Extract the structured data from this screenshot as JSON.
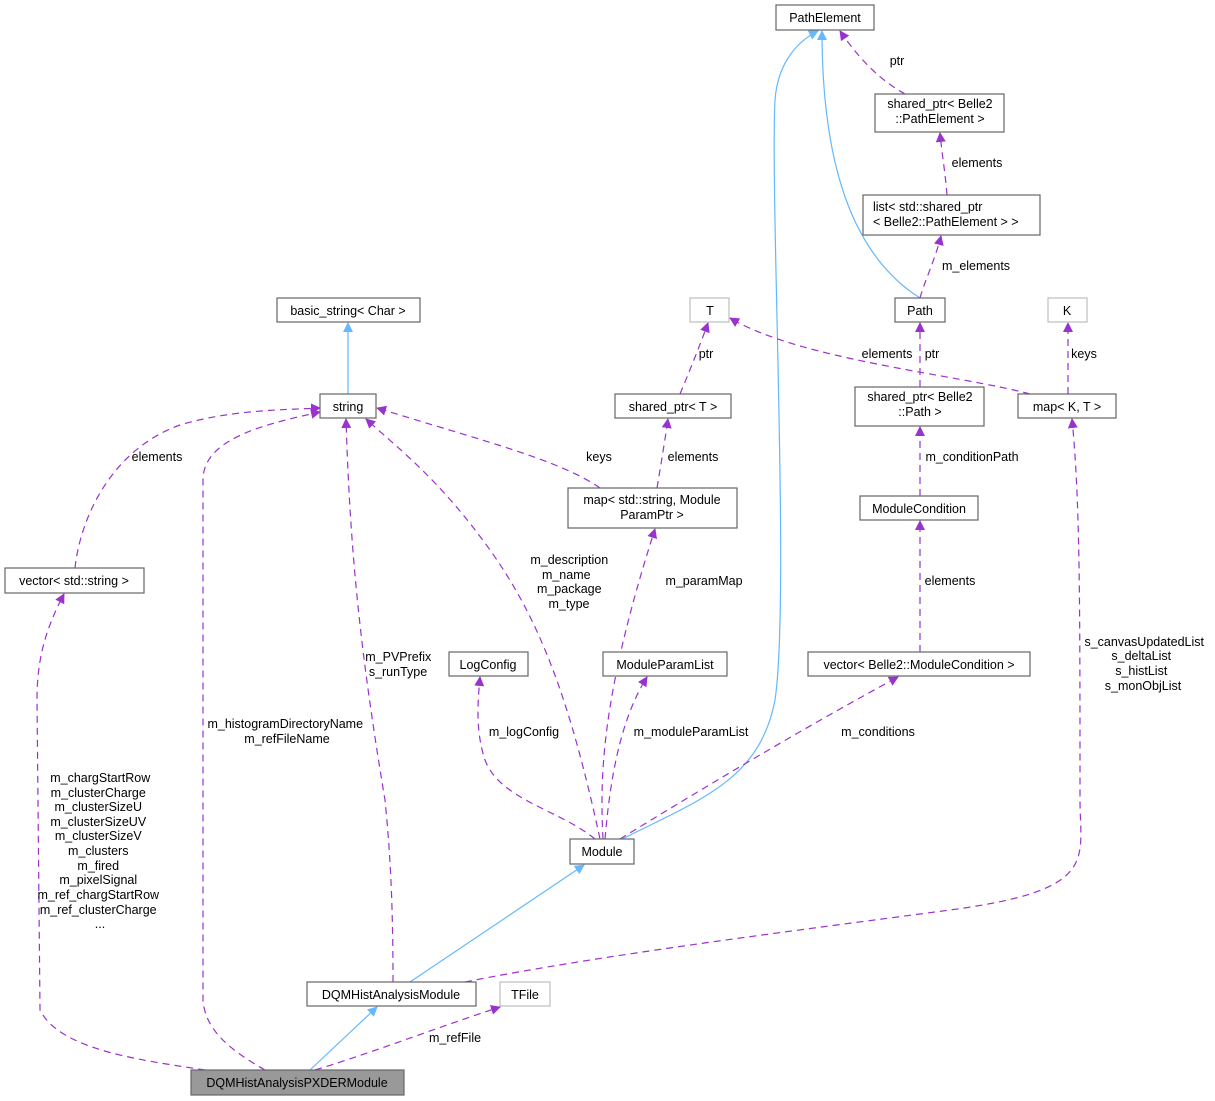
{
  "nodes": {
    "path_element": "PathElement",
    "shared_ptr_path_element": [
      "shared_ptr< Belle2",
      "::PathElement >"
    ],
    "list_shared_ptr": [
      "list< std::shared_ptr",
      "< Belle2::PathElement > >"
    ],
    "path": "Path",
    "k": "K",
    "t": "T",
    "basic_string": "basic_string< Char >",
    "string": "string",
    "shared_ptr_t": "shared_ptr< T >",
    "shared_ptr_path": [
      "shared_ptr< Belle2",
      "::Path >"
    ],
    "map_k_t": "map< K, T >",
    "module_condition": "ModuleCondition",
    "map_string_param": [
      "map< std::string, Module",
      "ParamPtr >"
    ],
    "vector_string": "vector< std::string >",
    "log_config": "LogConfig",
    "module_param_list": "ModuleParamList",
    "vector_module_condition": "vector< Belle2::ModuleCondition >",
    "module": "Module",
    "dqm_hist_analysis_module": "DQMHistAnalysisModule",
    "tfile": "TFile",
    "dqm_pxder_module": "DQMHistAnalysisPXDERModule"
  },
  "edge_labels": {
    "ptr_pathelement": "ptr",
    "elements_list": "elements",
    "m_elements": "m_elements",
    "elements_t": "elements",
    "ptr_path": "ptr",
    "keys_k": "keys",
    "ptr_t": "ptr",
    "elements_vector_string": "elements",
    "keys_map": "keys",
    "elements_map": "elements",
    "m_conditionPath": "m_conditionPath",
    "module_strings": [
      "m_description",
      "m_name",
      "m_package",
      "m_type"
    ],
    "m_paramMap": "m_paramMap",
    "elements_condition": "elements",
    "canvas_lists": [
      "s_canvasUpdatedList",
      "s_deltaList",
      "s_histList",
      "s_monObjList"
    ],
    "pv_prefix": [
      "m_PVPrefix",
      "s_runType"
    ],
    "hist_dir": [
      "m_histogramDirectoryName",
      "m_refFileName"
    ],
    "m_logConfig": "m_logConfig",
    "m_moduleParamList": "m_moduleParamList",
    "m_conditions": "m_conditions",
    "pxder_members": [
      "m_chargStartRow",
      "m_clusterCharge",
      "m_clusterSizeU",
      "m_clusterSizeUV",
      "m_clusterSizeV",
      "m_clusters",
      "m_fired",
      "m_pixelSignal",
      "m_ref_chargStartRow",
      "m_ref_clusterCharge",
      "..."
    ],
    "m_refFile": "m_refFile"
  },
  "colors": {
    "inheritance": "#63b8ff",
    "usage": "#9a32cd",
    "focus_node": "#999999"
  }
}
